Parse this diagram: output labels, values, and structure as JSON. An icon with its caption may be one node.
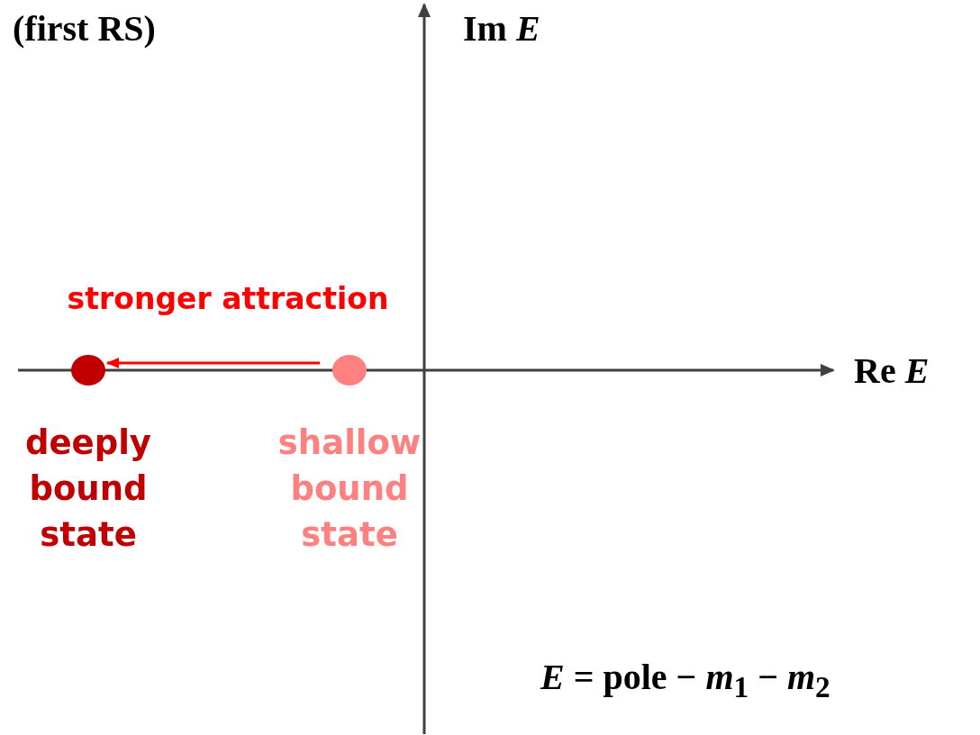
{
  "diagram": {
    "nodes": [
      {
        "text": [],
        "shape": "circle",
        "beside": [
          "shallow bound state"
        ]
      },
      {
        "text": [],
        "shape": "circle",
        "beside": [
          "deeply bound state"
        ]
      }
    ],
    "edges": [
      {
        "from": 0,
        "to": 1,
        "arrow": "to",
        "label": "stronger attraction",
        "color": "#ff0000"
      }
    ],
    "labels": [
      "(first RS)",
      "Im *E*",
      "Re *E*",
      "*E* = pole − *m*$_{1}$ − *m*$_{2}$"
    ]
  }
}
